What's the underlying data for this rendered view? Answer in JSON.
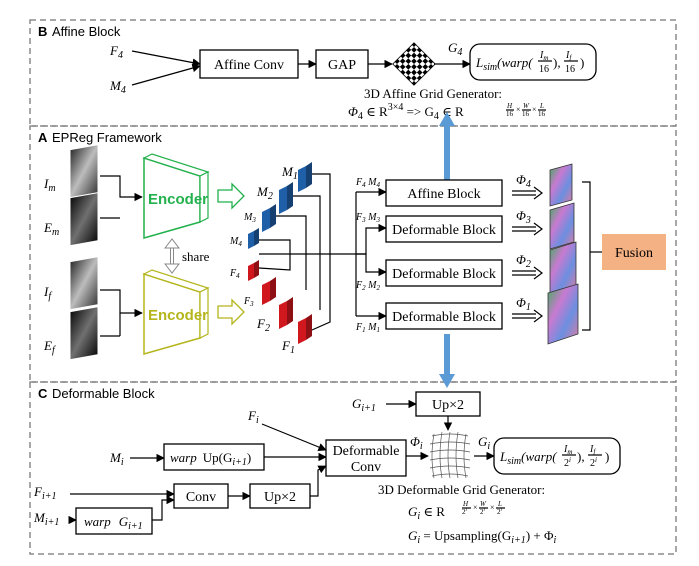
{
  "sections": {
    "affine": {
      "letter": "B",
      "title": "Affine Block"
    },
    "framework": {
      "letter": "A",
      "title": "EPReg Framework"
    },
    "deformable": {
      "letter": "C",
      "title": "Deformable Block"
    }
  },
  "affine_block": {
    "f4": "F",
    "f4_sub": "4",
    "m4": "M",
    "m4_sub": "4",
    "affine_conv": "Affine Conv",
    "gap": "GAP",
    "g4": "G",
    "g4_sub": "4",
    "lsim_prefix": "L",
    "lsim_sub": "sim",
    "lsim_fn": "(warp(",
    "lsim_im_num": "I",
    "lsim_im_sub": "m",
    "lsim_im_den": "16",
    "lsim_if_num": "I",
    "lsim_if_sub": "f",
    "lsim_if_den": "16",
    "generator_title": "3D Affine Grid Generator:",
    "generator_formula_left": "Φ",
    "generator_formula_left_sub": "4",
    "generator_formula_mid": " ∈ R",
    "generator_formula_mid_sup": "3×4",
    "generator_formula_arrow": " => G",
    "generator_formula_arrow_sub": "4",
    "generator_formula_right": " ∈ R",
    "generator_formula_right_sup_h": "H",
    "generator_formula_right_sup_d": "16"
  },
  "framework": {
    "inputs": [
      {
        "name": "I",
        "sub": "m"
      },
      {
        "name": "E",
        "sub": "m"
      },
      {
        "name": "I",
        "sub": "f"
      },
      {
        "name": "E",
        "sub": "f"
      }
    ],
    "encoder_label": "Encoder",
    "share_label": "share",
    "features_m": [
      {
        "name": "M",
        "sub": "1"
      },
      {
        "name": "M",
        "sub": "2"
      },
      {
        "name": "M",
        "sub": "3"
      },
      {
        "name": "M",
        "sub": "4"
      }
    ],
    "features_f": [
      {
        "name": "F",
        "sub": "4"
      },
      {
        "name": "F",
        "sub": "3"
      },
      {
        "name": "F",
        "sub": "2"
      },
      {
        "name": "F",
        "sub": "1"
      }
    ],
    "pair_labels": [
      {
        "f": "F",
        "fs": "4",
        "m": "M",
        "ms": "4"
      },
      {
        "f": "F",
        "fs": "3",
        "m": "M",
        "ms": "3"
      },
      {
        "f": "F",
        "fs": "2",
        "m": "M",
        "ms": "2"
      },
      {
        "f": "F",
        "fs": "1",
        "m": "M",
        "ms": "1"
      }
    ],
    "blocks": [
      "Affine Block",
      "Deformable Block",
      "Deformable Block",
      "Deformable Block"
    ],
    "phis": [
      {
        "name": "Φ",
        "sub": "4"
      },
      {
        "name": "Φ",
        "sub": "3"
      },
      {
        "name": "Φ",
        "sub": "2"
      },
      {
        "name": "Φ",
        "sub": "1"
      }
    ],
    "fusion": "Fusion"
  },
  "deformable_block": {
    "g_prev": "G",
    "g_prev_sub": "i+1",
    "up": "Up×2",
    "fi": "F",
    "fi_sub": "i",
    "mi": "M",
    "mi_sub": "i",
    "warp_up": "warp",
    "warp_up_fn": "Up(G",
    "warp_up_fn_sub": "i+1",
    "warp_up_fn_end": ")",
    "deformable_conv_1": "Deformable",
    "deformable_conv_2": "Conv",
    "phi_i": "Φ",
    "phi_i_sub": "i",
    "gi": "G",
    "gi_sub": "i",
    "lsim_prefix": "L",
    "lsim_sub": "sim",
    "lsim_fn": "(warp(",
    "lsim_im_num": "I",
    "lsim_im_sub": "m",
    "lsim_den": "2",
    "lsim_den_sup": "i",
    "lsim_if_num": "I",
    "lsim_if_sub": "f",
    "fi1": "F",
    "fi1_sub": "i+1",
    "mi1": "M",
    "mi1_sub": "i+1",
    "conv": "Conv",
    "up2": "Up×2",
    "warp_g": "warp",
    "warp_g_arg": "G",
    "warp_g_arg_sub": "i+1",
    "generator_title": "3D Deformable Grid Generator:",
    "gen_line1_left": "G",
    "gen_line1_left_sub": "i",
    "gen_line1_mid": " ∈ R",
    "gen_line1_sup_h": "H",
    "gen_line1_sup_w": "W",
    "gen_line1_sup_l": "L",
    "gen_line2_left": "G",
    "gen_line2_left_sub": "i",
    "gen_line2_mid": " = Upsampling(G",
    "gen_line2_mid_sub": "i+1",
    "gen_line2_end": ") + Φ",
    "gen_line2_end_sub": "i"
  },
  "colors": {
    "encoder_top": "#22b14c",
    "encoder_bottom": "#b5b51d",
    "feature_m": "#1f5fa8",
    "feature_f": "#d0171d",
    "fusion": "#f4b183",
    "blue_arrow": "#5b9bd5"
  }
}
